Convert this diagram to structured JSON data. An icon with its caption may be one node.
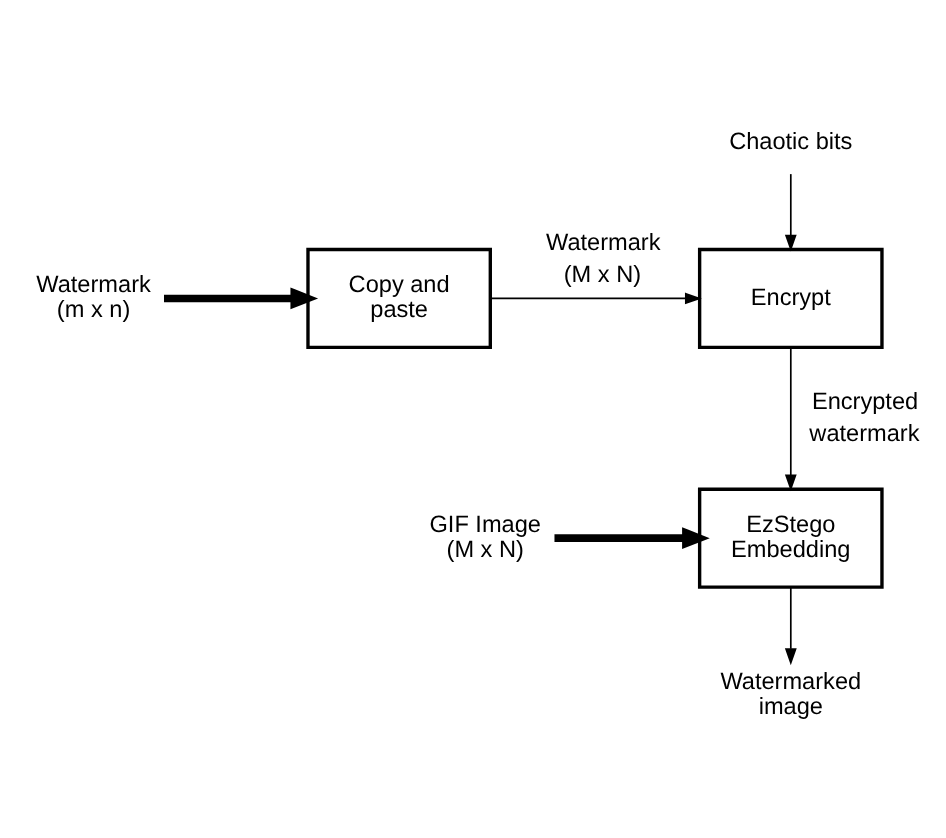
{
  "diagram": {
    "nodes": [
      {
        "text": [
          "Watermark (m x n)"
        ]
      },
      {
        "text": [
          "Copy and paste"
        ]
      },
      {
        "text": [
          "Encrypt"
        ]
      },
      {
        "text": [
          "Chaotic bits"
        ]
      },
      {
        "text": [
          "EzStego Embedding"
        ]
      },
      {
        "text": [
          "GIF Image (M x N)"
        ]
      },
      {
        "text": [
          "Watermarked image"
        ]
      }
    ],
    "edges": [
      {
        "from": 0,
        "to": 1,
        "arrow": "to",
        "style": "thick"
      },
      {
        "from": 1,
        "to": 2,
        "arrow": "to",
        "label": "Watermark (M x N)"
      },
      {
        "from": 3,
        "to": 2,
        "arrow": "to"
      },
      {
        "from": 2,
        "to": 4,
        "arrow": "to",
        "label": "Encrypted watermark"
      },
      {
        "from": 5,
        "to": 4,
        "arrow": "to",
        "style": "thick"
      },
      {
        "from": 4,
        "to": 6,
        "arrow": "to"
      }
    ]
  }
}
